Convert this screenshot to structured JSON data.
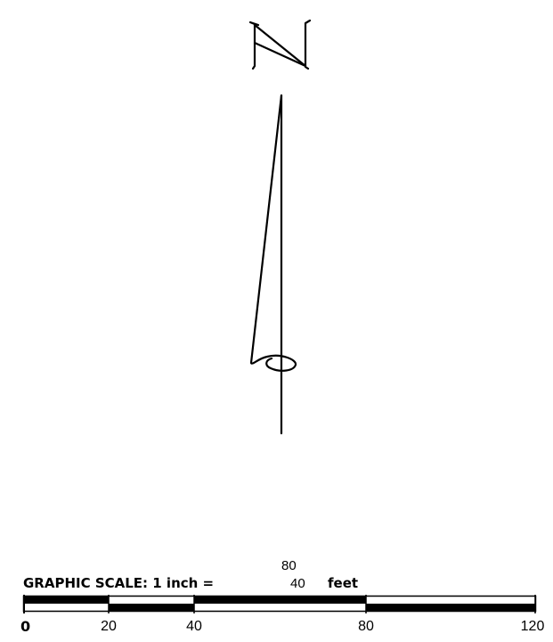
{
  "north_arrow": {
    "letter": "N",
    "icon": "north-arrow-icon"
  },
  "scale": {
    "caption": "GRAPHIC SCALE:  1  inch  =",
    "value_alt": "80",
    "value": "40",
    "unit": "feet",
    "ticks": [
      "0",
      "20",
      "40",
      "80",
      "120"
    ]
  },
  "colors": {
    "ink": "#000000",
    "background": "#ffffff"
  }
}
